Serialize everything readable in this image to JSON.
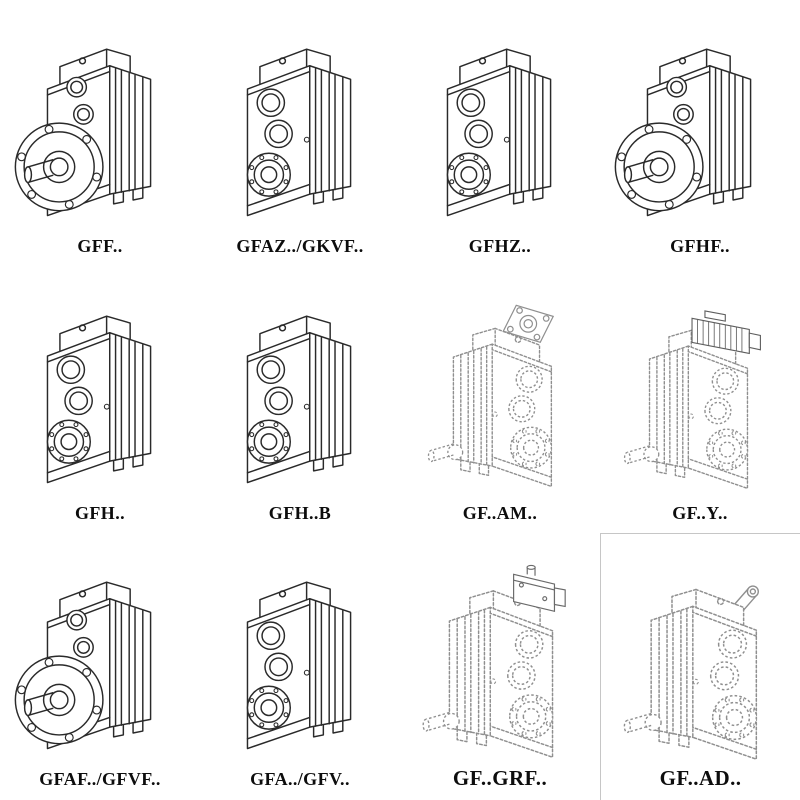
{
  "page": {
    "background": "#ffffff",
    "type": "gear-reducer-catalog-sheet"
  },
  "colors": {
    "ink": "#2a2a2a",
    "phantom": "#8f8f8f",
    "label": "#0d0d0d"
  },
  "grid": {
    "rows": 3,
    "columns": 4,
    "items": [
      {
        "label": "GFF..",
        "drawing": "flange-output-gearbox-solid"
      },
      {
        "label": "GFAZ../GKVF..",
        "drawing": "hollow-shaft-gearbox-solid"
      },
      {
        "label": "GFHZ..",
        "drawing": "hollow-shaft-gearbox-solid"
      },
      {
        "label": "GFHF..",
        "drawing": "flange-output-gearbox-solid"
      },
      {
        "label": "GFH..",
        "drawing": "hollow-shaft-gearbox-solid"
      },
      {
        "label": "GFH..B",
        "drawing": "hollow-shaft-gearbox-solid"
      },
      {
        "label": "GF..AM..",
        "drawing": "phantom-gearbox-input-flange"
      },
      {
        "label": "GF..Y..",
        "drawing": "phantom-gearbox-with-motor"
      },
      {
        "label": "GFAF../GFVF..",
        "drawing": "flange-output-gearbox-solid"
      },
      {
        "label": "GFA../GFV..",
        "drawing": "hollow-shaft-gearbox-solid"
      },
      {
        "label": "GF..GRF..",
        "drawing": "phantom-gearbox-with-adapter"
      },
      {
        "label": "GF..AD..",
        "drawing": "phantom-gearbox-input-shaft"
      }
    ]
  }
}
